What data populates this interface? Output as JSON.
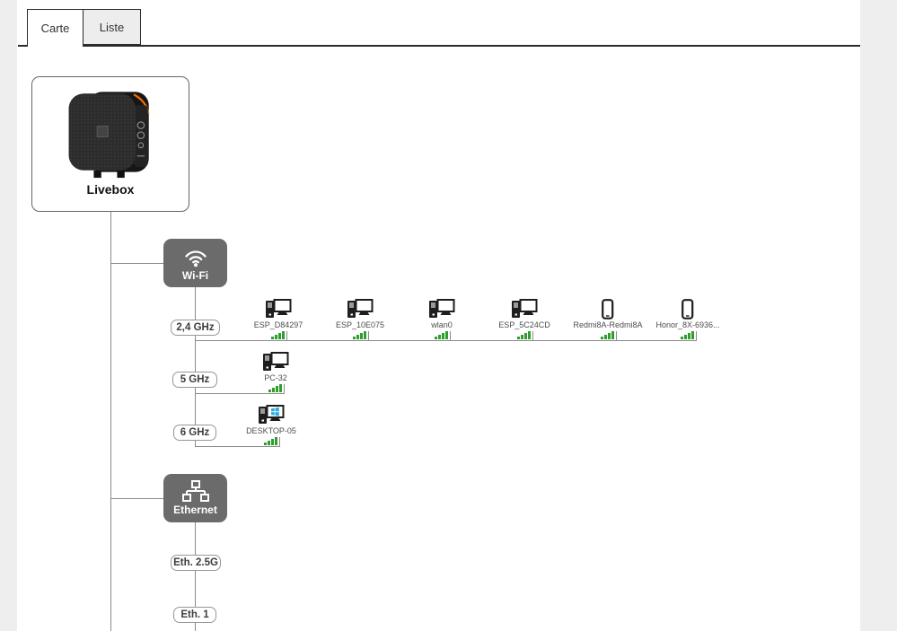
{
  "tabs": [
    {
      "label": "Carte",
      "active": true
    },
    {
      "label": "Liste",
      "active": false
    }
  ],
  "livebox": {
    "label": "Livebox"
  },
  "wifi": {
    "label": "Wi-Fi",
    "icon": "wifi-icon"
  },
  "ethernet": {
    "label": "Ethernet",
    "icon": "ethernet-icon"
  },
  "wifi_bands": [
    {
      "label": "2,4 GHz",
      "devices": [
        {
          "name": "ESP_D84297",
          "icon": "desktop-icon",
          "signal_bars": 4
        },
        {
          "name": "ESP_10E075",
          "icon": "desktop-icon",
          "signal_bars": 4
        },
        {
          "name": "wlan0",
          "icon": "desktop-icon",
          "signal_bars": 4
        },
        {
          "name": "ESP_5C24CD",
          "icon": "desktop-icon",
          "signal_bars": 4
        },
        {
          "name": "Redmi8A-Redmi8A",
          "icon": "smartphone-icon",
          "signal_bars": 4
        },
        {
          "name": "Honor_8X-6936...",
          "icon": "smartphone-icon",
          "signal_bars": 4
        }
      ]
    },
    {
      "label": "5 GHz",
      "devices": [
        {
          "name": "PC-32",
          "icon": "desktop-icon",
          "signal_bars": 4
        }
      ]
    },
    {
      "label": "6 GHz",
      "devices": [
        {
          "name": "DESKTOP-05",
          "icon": "windows-desktop-icon",
          "signal_bars": 4
        }
      ]
    }
  ],
  "ethernet_ports": [
    {
      "label": "Eth. 2.5G"
    },
    {
      "label": "Eth. 1"
    }
  ],
  "colors": {
    "accent_orange": "#f16e00",
    "node_gray": "#6b6b6b",
    "signal_green": "#2f9e2f",
    "line_gray": "#8b8b8b"
  }
}
